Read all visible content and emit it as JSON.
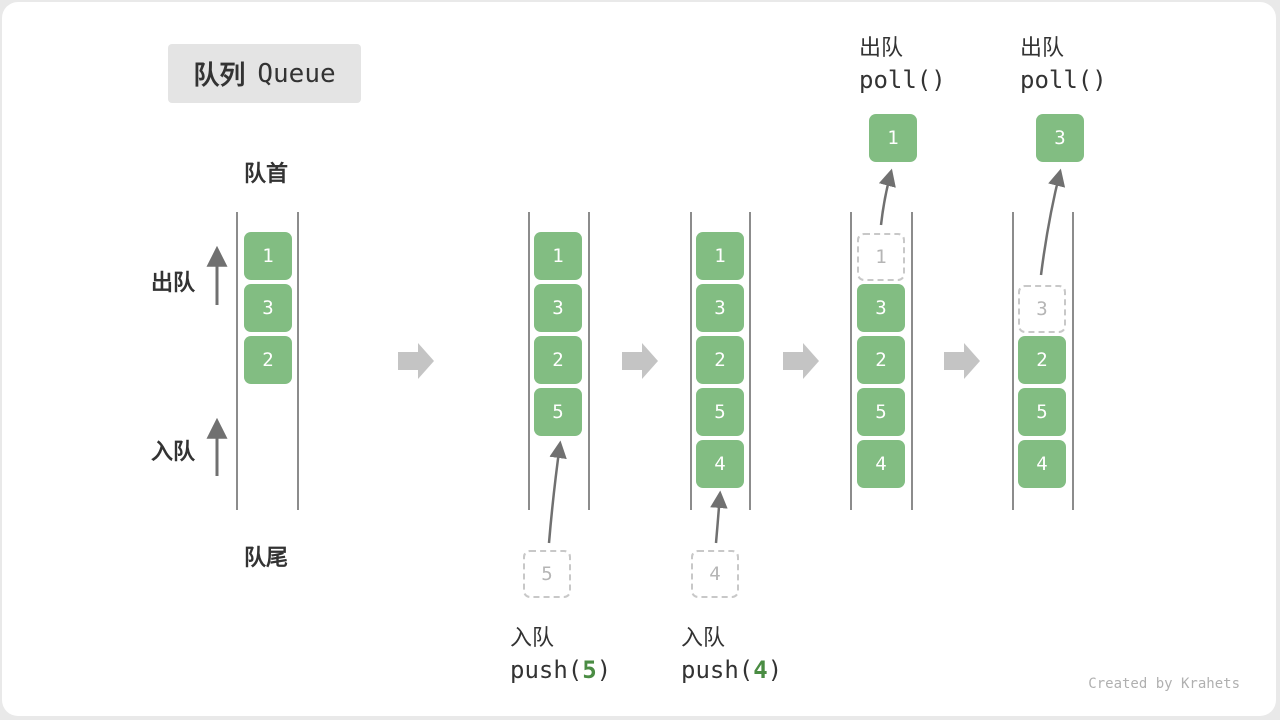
{
  "title": {
    "cn": "队列",
    "en": "Queue"
  },
  "labels": {
    "front": "队首",
    "rear": "队尾",
    "dequeue": "出队",
    "enqueue": "入队"
  },
  "stages": [
    {
      "values": [
        "1",
        "3",
        "2"
      ]
    },
    {
      "values": [
        "1",
        "3",
        "2",
        "5"
      ],
      "incoming": "5",
      "op_cn": "入队",
      "op_fn": "push(",
      "op_arg": "5",
      "op_end": ")"
    },
    {
      "values": [
        "1",
        "3",
        "2",
        "5",
        "4"
      ],
      "incoming": "4",
      "op_cn": "入队",
      "op_fn": "push(",
      "op_arg": "4",
      "op_end": ")"
    },
    {
      "ghost": "1",
      "values": [
        "3",
        "2",
        "5",
        "4"
      ],
      "outgoing": "1",
      "op_cn": "出队",
      "op_fn": "poll()"
    },
    {
      "ghost": "3",
      "values": [
        "2",
        "5",
        "4"
      ],
      "outgoing": "3",
      "op_cn": "出队",
      "op_fn": "poll()"
    }
  ],
  "footer": "Created by Krahets"
}
